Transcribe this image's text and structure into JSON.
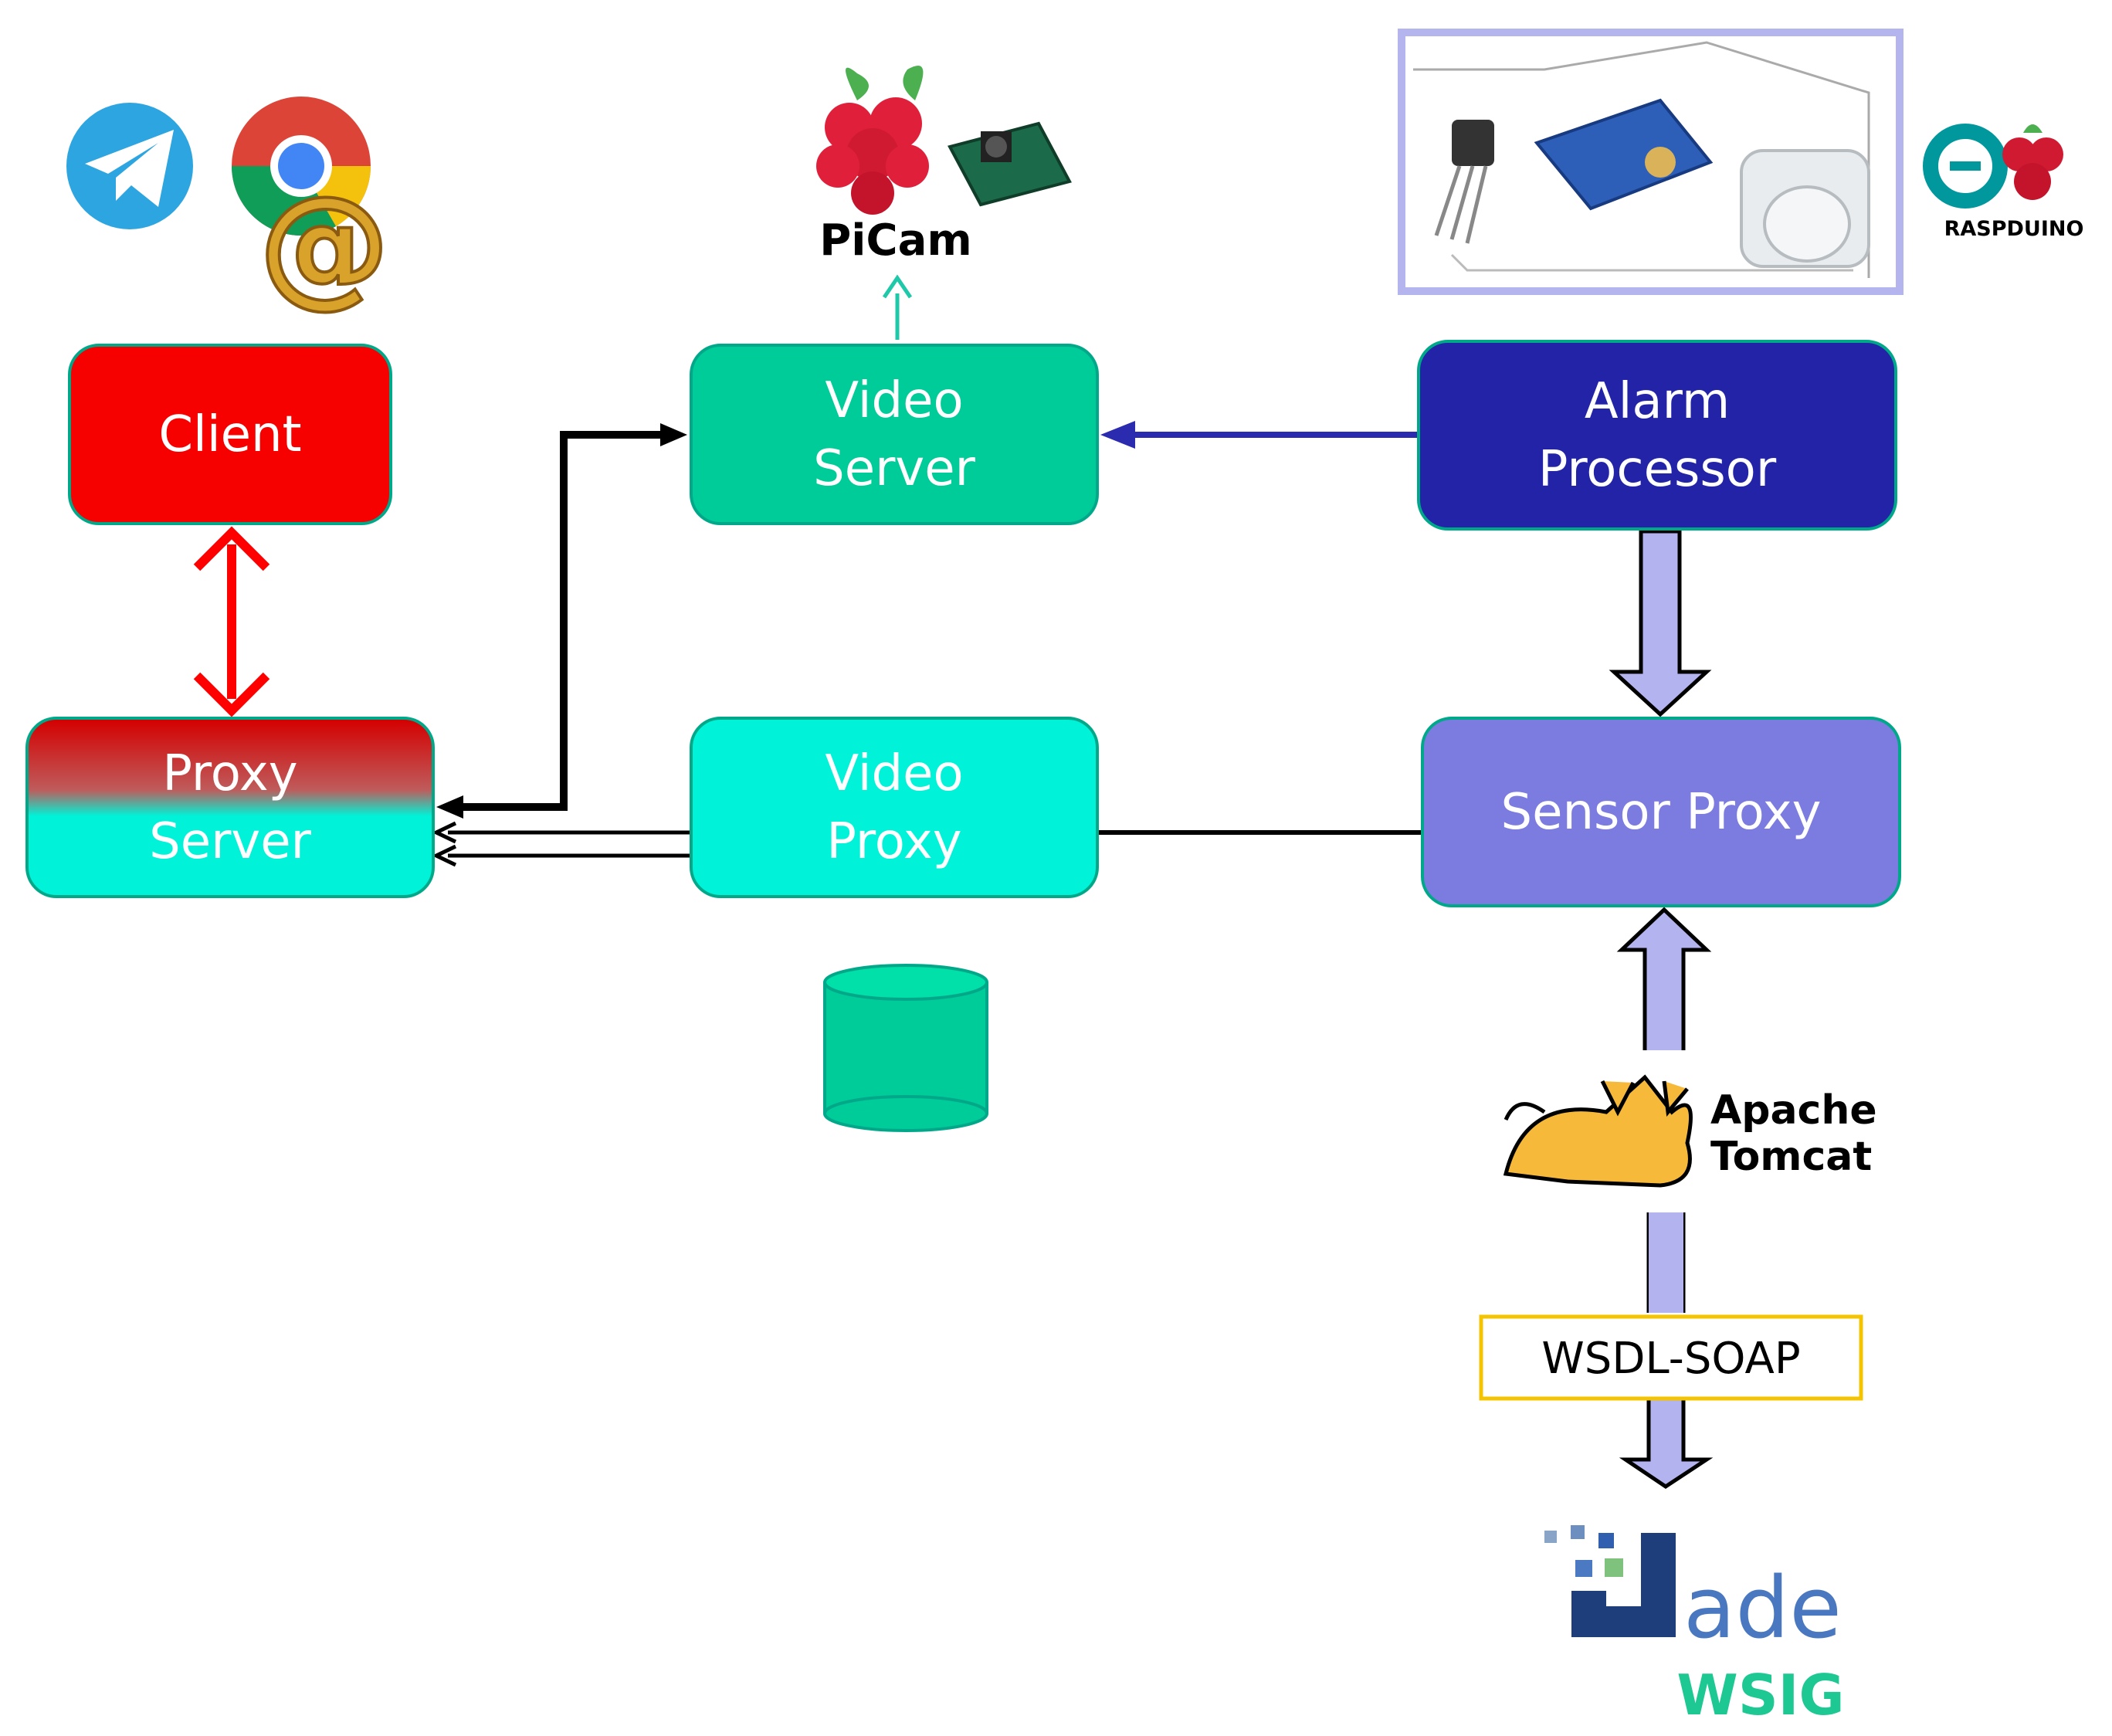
{
  "nodes": {
    "client": "Client",
    "proxy_server": "Proxy\nServer",
    "video_server": "Video\nServer",
    "video_proxy": "Video\nProxy",
    "alarm_processor": "Alarm\nProcessor",
    "sensor_proxy": "Sensor Proxy"
  },
  "labels": {
    "picam": "PiCam",
    "raspduino": "RASPDUINO",
    "apache": "Apache",
    "tomcat": "Tomcat",
    "wsdl_soap": "WSDL-SOAP",
    "wsig": "WSIG"
  },
  "icons": [
    "telegram-icon",
    "chrome-icon",
    "email-at-icon",
    "raspberry-pi-icon",
    "camera-module-icon",
    "sensors-photo",
    "raspduino-logo",
    "tomcat-cat-icon",
    "jade-logo",
    "database-icon"
  ],
  "colors": {
    "client": "#f70000",
    "video_server": "#00cc99",
    "video_proxy": "#00f2d8",
    "alarm_processor": "#2323a8",
    "sensor_proxy": "#7b7be0",
    "border": "#00a88a",
    "wsig": "#1ec893",
    "wsdl_border": "#f5c400"
  }
}
